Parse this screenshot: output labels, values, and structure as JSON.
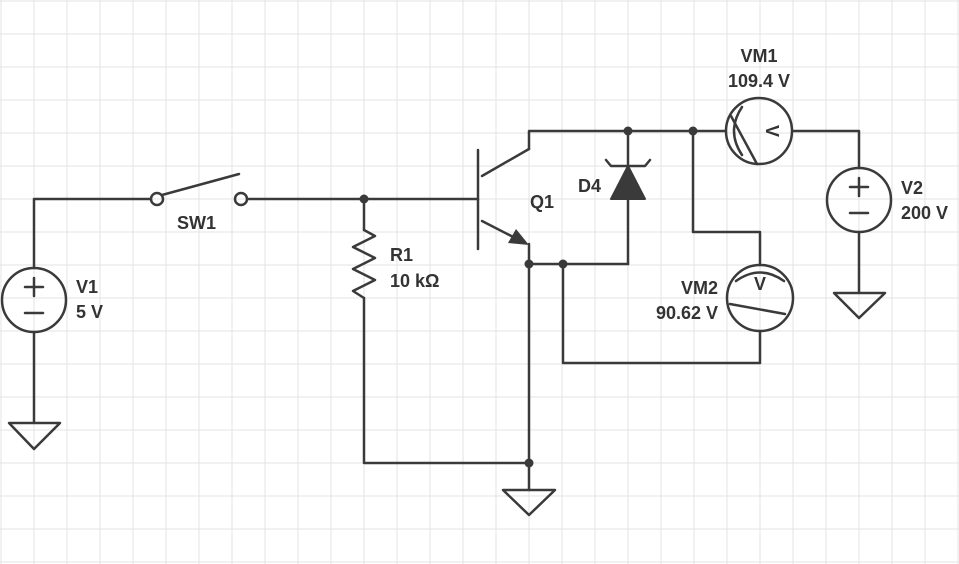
{
  "components": {
    "v1": {
      "name": "V1",
      "value": "5 V"
    },
    "v2": {
      "name": "V2",
      "value": "200 V"
    },
    "sw1": {
      "name": "SW1"
    },
    "r1": {
      "name": "R1",
      "value": "10 kΩ"
    },
    "q1": {
      "name": "Q1"
    },
    "d4": {
      "name": "D4"
    },
    "vm1": {
      "name": "VM1",
      "reading": "109.4 V",
      "symbol": "V"
    },
    "vm2": {
      "name": "VM2",
      "reading": "90.62 V",
      "symbol": "V"
    }
  },
  "colors": {
    "grid": "#e3e3e3",
    "ink": "#3a3a3a",
    "text": "#333333",
    "background": "#ffffff"
  }
}
